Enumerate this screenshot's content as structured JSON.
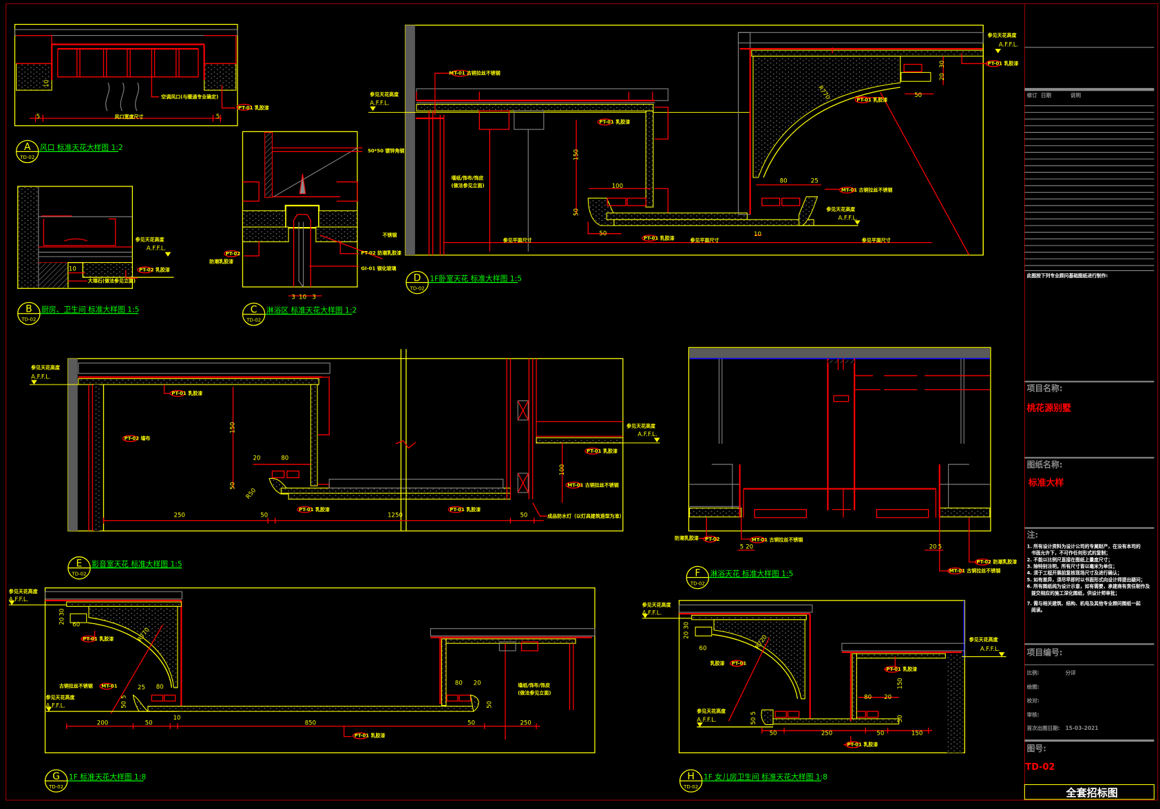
{
  "title_block": {
    "revision_headers": [
      "修订",
      "日期",
      "说明"
    ],
    "basis_note": "此图按下列专业顾问基础图纸进行制作:",
    "project_name_label": "项目名称:",
    "project_name": "桃花源别墅",
    "drawing_name_label": "图纸名称:",
    "drawing_name": "标准大样",
    "notes_label": "注:",
    "notes": [
      "1. 所有设计资料为设计公司的专属财产，在没有本司的",
      "书面允许下，不可作任何形式的复制；",
      "2. 不能以比例尺直接在图纸上量度尺寸；",
      "3. 除特别注明，所有尺寸皆以毫米为单位；",
      "4. 须于工程开展前复核现场尺寸及进行确认；",
      "5. 如有差异，须尽早即时以书面形式向设计师提出疑问；",
      "6. 所有图纸纯为设计示意，如有需要，承建商有责任制作及",
      "提交相应的施工深化图纸，供设计师审批；",
      "7. 需与相关建筑、结构、机电及其他专业顾问图纸一起",
      "阅读。"
    ],
    "project_no_label": "项目编号:",
    "scale_label": "比例:",
    "scale_value": "分详",
    "drawn_label": "绘图:",
    "checked_label": "校对:",
    "approved_label": "审核:",
    "issue_date_label": "首次出图日期:",
    "issue_date": "15-03-2021",
    "drawing_no_label": "图号:",
    "drawing_no": "TD-02",
    "stage": "全套招标图"
  },
  "details": {
    "A": {
      "letter": "A",
      "ref": "TD-02",
      "title": "风口  标准天花大样图",
      "scale": "1:2"
    },
    "B": {
      "letter": "B",
      "ref": "TD-02",
      "title": "厨房、卫生间   标准大样图",
      "scale": "1:5"
    },
    "C": {
      "letter": "C",
      "ref": "TD-02",
      "title": "淋浴区  标准天花大样图",
      "scale": "1:2"
    },
    "D": {
      "letter": "D",
      "ref": "TD-02",
      "title": "1F卧室天花  标准大样图",
      "scale": "1:5"
    },
    "E": {
      "letter": "E",
      "ref": "TD-02",
      "title": "影音室天花    标准大样图",
      "scale": "1:5"
    },
    "F": {
      "letter": "F",
      "ref": "TD-02",
      "title": "淋浴天花  标准大样图",
      "scale": "1:5"
    },
    "G": {
      "letter": "G",
      "ref": "TD-02",
      "title": "1F  标准天花大样图",
      "scale": "1:8"
    },
    "H": {
      "letter": "H",
      "ref": "TD-02",
      "title": "1F  女儿房卫生间  标准天花大样图",
      "scale": "1:8"
    }
  },
  "labels": {
    "A": [
      "空调风口(与暖通专业确定)",
      "PT-01 乳胶漆",
      "风口宽度尺寸",
      "5",
      "5",
      "10"
    ],
    "B": [
      "参见天花高度",
      "A.F.F.L.",
      "PT-02 乳胶漆",
      "10",
      "大理石(做法参见立面)"
    ],
    "C": [
      "50*50 镀锌角钢",
      "不锈钢",
      "PT-02 防潮乳胶漆",
      "GI-01 钢化玻璃",
      "PT-02",
      "防潮乳胶漆",
      "3",
      "10",
      "3"
    ],
    "D": [
      "MT-01 古铜拉丝不锈钢",
      "参见天花高度",
      "A.F.F.L.",
      "PT-01 乳胶漆",
      "150",
      "墙纸/饰布/饰皮",
      "(做法参见立面)",
      "100",
      "50",
      "50",
      "PT-01 乳胶漆",
      "参见平面尺寸",
      "参见平面尺寸",
      "参见平面尺寸",
      "R770",
      "PT-01 乳胶漆",
      "80",
      "25",
      "MT-01 古铜拉丝不锈钢",
      "参见天花高度",
      "A.F.F.L.",
      "10",
      "参见天花高度",
      "A.F.F.L.",
      "PT-01 乳胶漆",
      "30",
      "20",
      "50"
    ],
    "E": [
      "参见天花高度",
      "A.F.F.L.",
      "PT-01 乳胶漆",
      "PT-02 墙布",
      "150",
      "20",
      "80",
      "50",
      "R50",
      "250",
      "50",
      "1250",
      "50",
      "PT-01 乳胶漆",
      "PT-01 乳胶漆",
      "参见天花高度",
      "A.F.F.L.",
      "PT-01 乳胶漆",
      "100",
      "MT-01 古铜拉丝不锈钢",
      "成品防水灯（以灯具建筑造型为准）"
    ],
    "F": [
      "防潮乳胶漆",
      "PT-02",
      "MT-01 古铜拉丝不锈钢",
      "5",
      "20",
      "20",
      "5",
      "PT-02 防潮乳胶漆",
      "MT-01 古铜拉丝不锈钢"
    ],
    "G": [
      "参见天花高度",
      "A.F.F.L.",
      "20",
      "30",
      "60",
      "PT-01 乳胶漆",
      "R770",
      "古铜拉丝不锈钢",
      "MT-01",
      "25",
      "80",
      "参见天花高度",
      "A.F.F.L.",
      "50",
      "5",
      "200",
      "50",
      "10",
      "850",
      "50",
      "250",
      "PT-01 乳胶漆",
      "80",
      "20",
      "50",
      "墙纸/饰布/饰皮",
      "(做法参见立面)"
    ],
    "H": [
      "参见天花高度",
      "A.F.F.L.",
      "20",
      "30",
      "60",
      "R720",
      "乳胶漆",
      "PT-01",
      "参见天花高度",
      "A.F.F.L.",
      "50",
      "5",
      "50",
      "250",
      "50",
      "150",
      "PT-01 乳胶漆",
      "参见天花高度",
      "A.F.F.L.",
      "PT-01 乳胶漆",
      "150",
      "80",
      "20",
      "50"
    ]
  },
  "colors": {
    "background": "#000000",
    "outline": "#ffff00",
    "construction": "#ff0000",
    "title_text": "#00ff00",
    "hidden": "#8a8a8a"
  }
}
